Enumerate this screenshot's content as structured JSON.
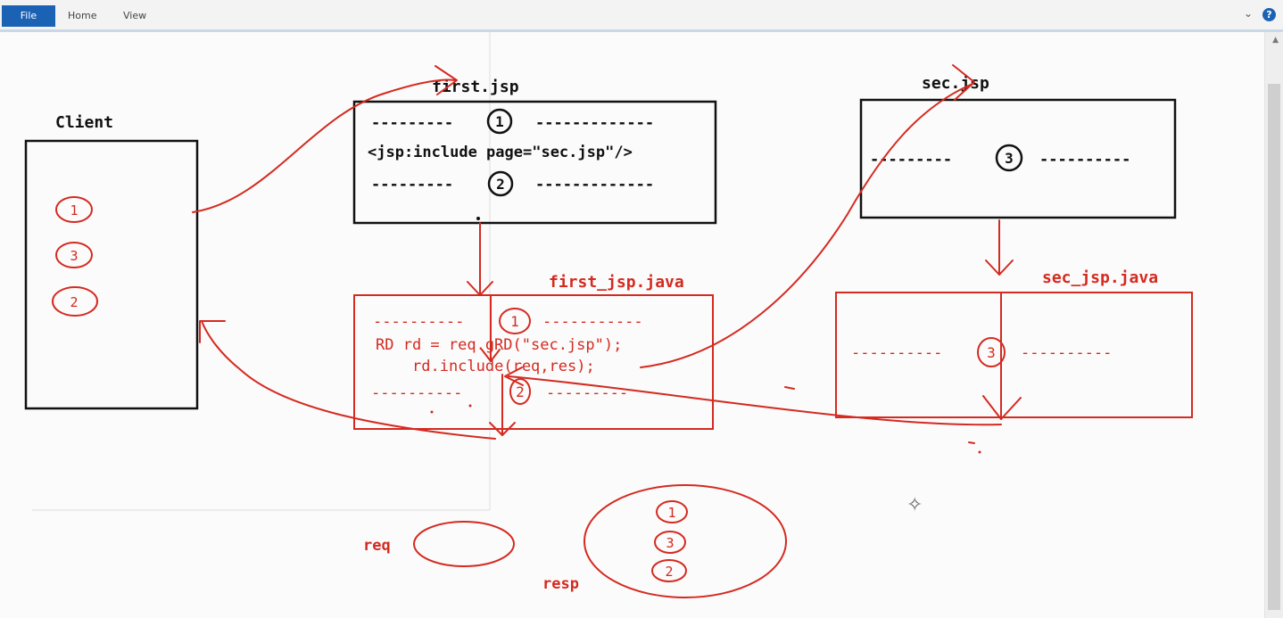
{
  "window": {
    "tabs": [
      "File",
      "Home",
      "View"
    ],
    "help_icon": "?"
  },
  "diagram": {
    "client": {
      "title": "Client",
      "steps": [
        "1",
        "3",
        "2"
      ]
    },
    "first_jsp": {
      "title": "first.jsp",
      "line1_dashes": "---------",
      "line1_dashes_right": "-------------",
      "step1": "1",
      "include_tag": "<jsp:include page=\"sec.jsp\"/>",
      "line3_dashes": "---------",
      "line3_dashes_right": "-------------",
      "step2": "2"
    },
    "sec_jsp": {
      "title": "sec.jsp",
      "dashes_left": "---------",
      "dashes_right": "----------",
      "step3": "3"
    },
    "first_java": {
      "title": "first_jsp.java",
      "line1_dashes": "----------",
      "line1_dashes_right": "-----------",
      "step1": "1",
      "code_line1": "RD rd = req.gRD(\"sec.jsp\");",
      "code_line2": "rd.include(req,res);",
      "line4_dashes": "----------",
      "line4_dashes_right": "---------",
      "step2": "2"
    },
    "sec_java": {
      "title": "sec_jsp.java",
      "dashes_left": "----------",
      "dashes_right": "----------",
      "step3": "3"
    },
    "req_label": "req",
    "resp_label": "resp",
    "resp_steps": [
      "1",
      "3",
      "2"
    ]
  },
  "colors": {
    "ink": "#111111",
    "pen": "#d42a20",
    "ribbon_accent": "#1b61b4"
  }
}
